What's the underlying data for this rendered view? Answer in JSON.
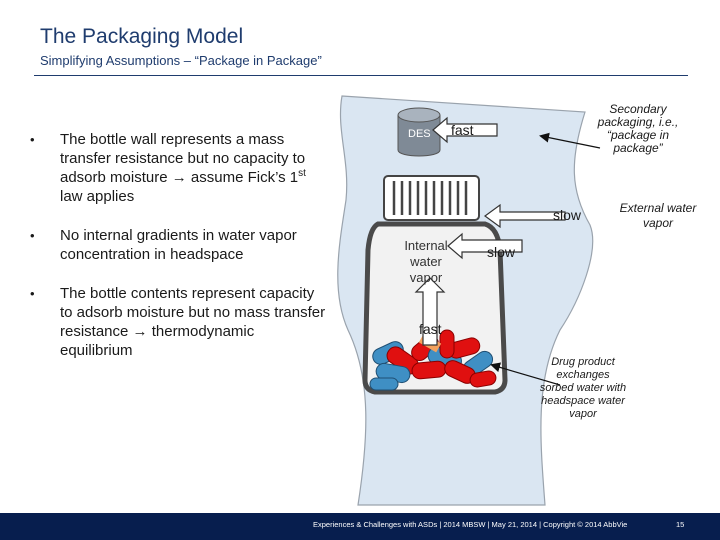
{
  "header": {
    "title": "The Packaging Model",
    "subtitle": "Simplifying Assumptions – “Package in Package”"
  },
  "bullets": [
    {
      "text_before": "The bottle wall represents a mass transfer resistance but no capacity to adsorb moisture ",
      "arrow": "→",
      "text_after": " assume Fick’s 1",
      "sup": "st",
      "text_end": " law applies"
    },
    {
      "text": "No internal gradients in water vapor concentration in headspace"
    },
    {
      "text_before": "The bottle contents represent capacity to adsorb moisture but no mass transfer resistance ",
      "arrow": "→",
      "text_after": " thermodynamic equilibrium"
    }
  ],
  "diagram": {
    "des_label": "DES",
    "fast_top": "fast",
    "secondary_packaging": [
      "Secondary",
      "packaging, i.e.,",
      "“package in",
      "package”"
    ],
    "slow_right": "slow",
    "external_vapor": [
      "External water",
      "vapor"
    ],
    "internal_vapor": [
      "Internal",
      "water",
      "vapor"
    ],
    "slow_inner": "slow",
    "fast_inner": "fast",
    "drug_product": [
      "Drug product",
      "exchanges",
      "sorbed water with",
      "headspace water",
      "vapor"
    ],
    "colors": {
      "secondary_pouch": "#dae6f2",
      "bottle_body": "#4a4a4a",
      "bottle_fill": "#f2f2f2",
      "arrow_fill": "#ffffff",
      "capsule_red": "#e01010",
      "capsule_blue": "#3f8fc4"
    }
  },
  "footer": {
    "text": "Experiences & Challenges with ASDs | 2014 MBSW | May 21, 2014 | Copyright © 2014 AbbVie",
    "page": "15",
    "color": "#071e4e"
  }
}
